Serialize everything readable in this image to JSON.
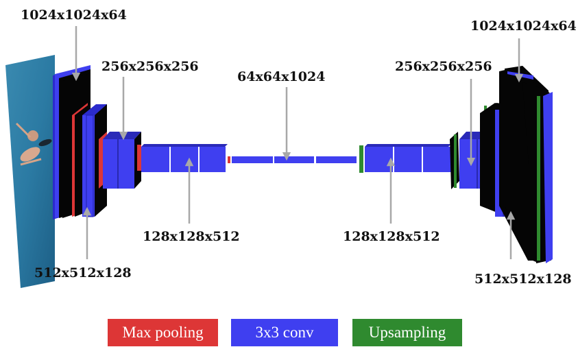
{
  "labels": {
    "enc_1024": "1024x1024x64",
    "enc_512": "512x512x128",
    "enc_256": "256x256x256",
    "enc_128": "128x128x512",
    "bottleneck": "64x64x1024",
    "dec_128": "128x128x512",
    "dec_256": "256x256x256",
    "dec_512": "512x512x128",
    "dec_1024": "1024x1024x64"
  },
  "legend": {
    "max_pooling": "Max pooling",
    "conv": "3x3 conv",
    "upsampling": "Upsampling"
  },
  "colors": {
    "max_pooling": "#dd3636",
    "conv": "#3f3ff0",
    "upsampling": "#2f8a2f",
    "feature_map": "#050505",
    "arrow": "#a8a8a8"
  }
}
